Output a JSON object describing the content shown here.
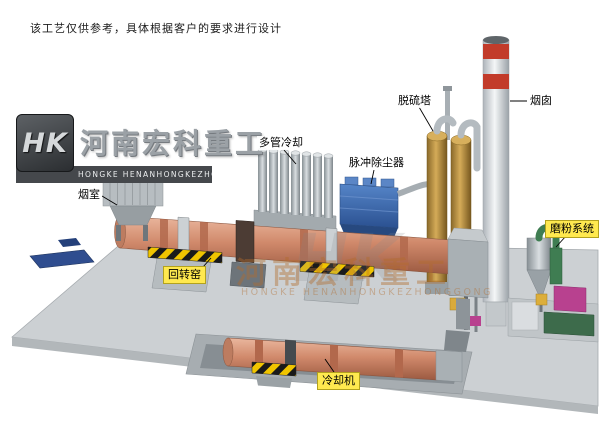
{
  "page": {
    "disclaimer": "该工艺仅供参考，具体根据客户的要求进行设计"
  },
  "logo": {
    "monogram": "HK",
    "company_cn": "河南宏科重工",
    "company_en": "HONGKE HENANHONGKEZHONGGONG"
  },
  "watermark": {
    "monogram": "HK",
    "cn": "河南宏科重工",
    "en": "HONGKE HENANHONGKEZHONGGONG"
  },
  "labels": {
    "smoke_chamber": "烟室",
    "multi_tube_cooler": "多管冷却",
    "pulse_dust_collector": "脉冲除尘器",
    "desulfurization_tower": "脱硫塔",
    "chimney": "烟囱",
    "rotary_kiln": "回转窑",
    "grinding_system": "磨粉系统",
    "cooler": "冷却机"
  },
  "colors": {
    "kiln": "#d18a6c",
    "pulse_dust_collector": "#3b69ae",
    "desulfurization_tower": "#c9a050",
    "chimney_band": "#c23b2a",
    "label_highlight": "#ffe94f",
    "platform": "#ccd0d3",
    "hazard_yellow": "#f0c400"
  }
}
